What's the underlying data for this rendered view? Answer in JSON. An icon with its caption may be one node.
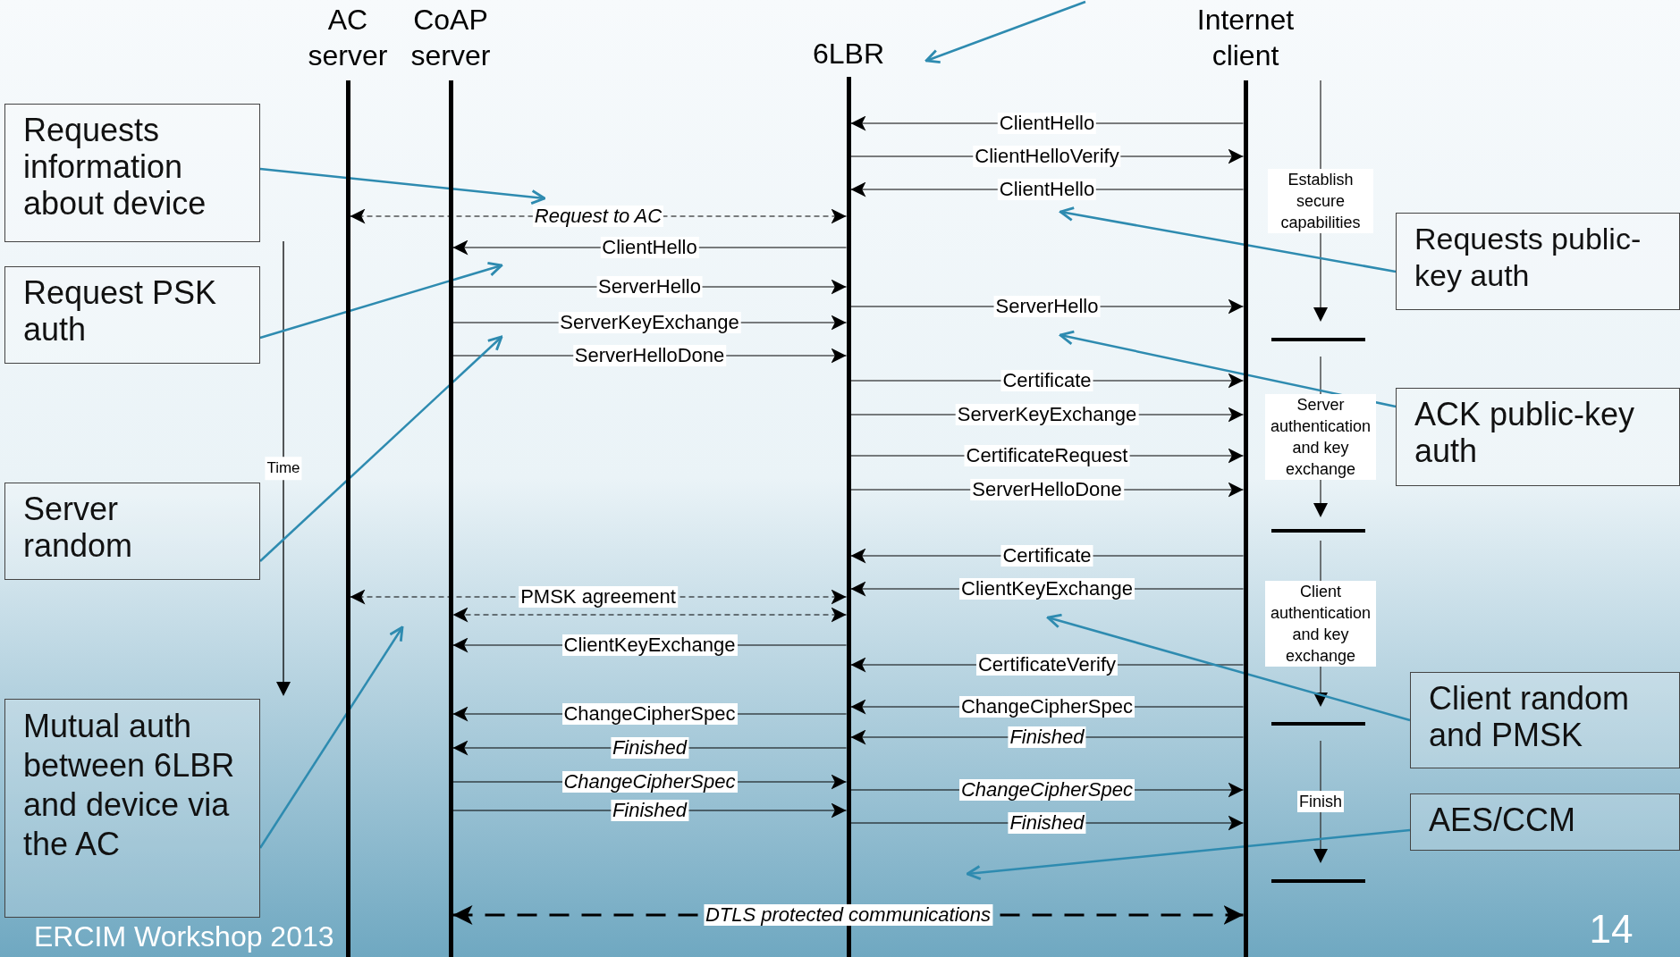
{
  "diagram": {
    "nodes": [
      {
        "text": [
          "AC server"
        ]
      },
      {
        "text": [
          "CoAP server"
        ]
      },
      {
        "text": [
          "6LBR"
        ]
      },
      {
        "text": [
          "Internet client"
        ]
      },
      {
        "text": [
          "Requests information about device"
        ]
      },
      {
        "text": [
          "Request PSK auth"
        ]
      },
      {
        "text": [
          "Server random"
        ]
      },
      {
        "text": [
          "Mutual auth between 6LBR and device via the AC"
        ]
      },
      {
        "text": [
          "Requests public-key auth"
        ]
      },
      {
        "text": [
          "ACK public-key auth"
        ]
      },
      {
        "text": [
          "Client random and PMSK"
        ]
      },
      {
        "text": [
          "AES/CCM"
        ]
      }
    ],
    "edges": [
      {
        "from": 3,
        "to": 2,
        "arrow": "to",
        "label": "ClientHello"
      },
      {
        "from": 2,
        "to": 3,
        "arrow": "to",
        "label": "ClientHelloVerify"
      },
      {
        "from": 3,
        "to": 2,
        "arrow": "to",
        "label": "ClientHello"
      },
      {
        "from": 2,
        "to": 0,
        "arrow": "both",
        "label": "Request to AC",
        "style": "dashed"
      },
      {
        "from": 2,
        "to": 1,
        "arrow": "to",
        "label": "ClientHello"
      },
      {
        "from": 1,
        "to": 2,
        "arrow": "to",
        "label": "ServerHello"
      },
      {
        "from": 2,
        "to": 3,
        "arrow": "to",
        "label": "ServerHello"
      },
      {
        "from": 1,
        "to": 2,
        "arrow": "to",
        "label": "ServerKeyExchange"
      },
      {
        "from": 1,
        "to": 2,
        "arrow": "to",
        "label": "ServerHelloDone"
      },
      {
        "from": 2,
        "to": 3,
        "arrow": "to",
        "label": "Certificate"
      },
      {
        "from": 2,
        "to": 3,
        "arrow": "to",
        "label": "ServerKeyExchange"
      },
      {
        "from": 2,
        "to": 3,
        "arrow": "to",
        "label": "CertificateRequest"
      },
      {
        "from": 2,
        "to": 3,
        "arrow": "to",
        "label": "ServerHelloDone"
      },
      {
        "from": 3,
        "to": 2,
        "arrow": "to",
        "label": "Certificate"
      },
      {
        "from": 3,
        "to": 2,
        "arrow": "to",
        "label": "ClientKeyExchange"
      },
      {
        "from": 2,
        "to": 0,
        "arrow": "both",
        "label": "PMSK agreement",
        "style": "dashed"
      },
      {
        "from": 2,
        "to": 1,
        "arrow": "both",
        "style": "dashed"
      },
      {
        "from": 2,
        "to": 1,
        "arrow": "to",
        "label": "ClientKeyExchange"
      },
      {
        "from": 3,
        "to": 2,
        "arrow": "to",
        "label": "CertificateVerify"
      },
      {
        "from": 3,
        "to": 2,
        "arrow": "to",
        "label": "ChangeCipherSpec"
      },
      {
        "from": 2,
        "to": 1,
        "arrow": "to",
        "label": "ChangeCipherSpec"
      },
      {
        "from": 3,
        "to": 2,
        "arrow": "to",
        "label": "Finished"
      },
      {
        "from": 2,
        "to": 1,
        "arrow": "to",
        "label": "Finished"
      },
      {
        "from": 1,
        "to": 2,
        "arrow": "to",
        "label": "ChangeCipherSpec"
      },
      {
        "from": 2,
        "to": 3,
        "arrow": "to",
        "label": "ChangeCipherSpec"
      },
      {
        "from": 1,
        "to": 2,
        "arrow": "to",
        "label": "Finished"
      },
      {
        "from": 2,
        "to": 3,
        "arrow": "to",
        "label": "Finished"
      },
      {
        "from": 1,
        "to": 3,
        "arrow": "both",
        "label": "DTLS protected communications",
        "style": "dashed"
      },
      {
        "from": 4,
        "to": null,
        "arrow": "to",
        "color": "#2e8bb0"
      },
      {
        "from": 5,
        "to": null,
        "arrow": "to",
        "color": "#2e8bb0"
      },
      {
        "from": 6,
        "to": null,
        "arrow": "to",
        "color": "#2e8bb0"
      },
      {
        "from": 7,
        "to": null,
        "arrow": "to",
        "color": "#2e8bb0"
      },
      {
        "from": 8,
        "to": null,
        "arrow": "to",
        "color": "#2e8bb0"
      },
      {
        "from": 9,
        "to": null,
        "arrow": "to",
        "color": "#2e8bb0"
      },
      {
        "from": 10,
        "to": null,
        "arrow": "to",
        "color": "#2e8bb0"
      },
      {
        "from": 11,
        "to": null,
        "arrow": "to",
        "color": "#2e8bb0"
      },
      {
        "from": null,
        "to": 2,
        "arrow": "to",
        "color": "#2e8bb0"
      }
    ],
    "labels": [
      "Time",
      "Establish secure capabilities",
      "Server authentication and key exchange",
      "Client authentication and key exchange",
      "Finish",
      "ERCIM Workshop 2013",
      "14"
    ]
  }
}
